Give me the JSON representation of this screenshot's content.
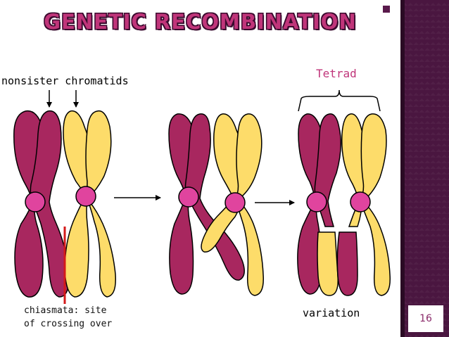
{
  "title": "GENETIC RECOMBINATION",
  "labels": {
    "nonsister": "nonsister chromatids",
    "tetrad": "Tetrad",
    "chiasmata_line1": "chiasmata: site",
    "chiasmata_line2": "of crossing over",
    "variation": "variation"
  },
  "page_number": "16",
  "colors": {
    "maroon_chromatid": "#a8275f",
    "yellow_chromatid": "#fddc6a",
    "centromere": "#e0449e",
    "title_fill": "#c0357a",
    "tetrad_label": "#c0357a",
    "chiasma_line": "#d41a1a",
    "side_bar": "#4a1640"
  },
  "icons": [
    "arrow-right-icon",
    "arrow-down-icon",
    "tetrad-brace-icon"
  ]
}
